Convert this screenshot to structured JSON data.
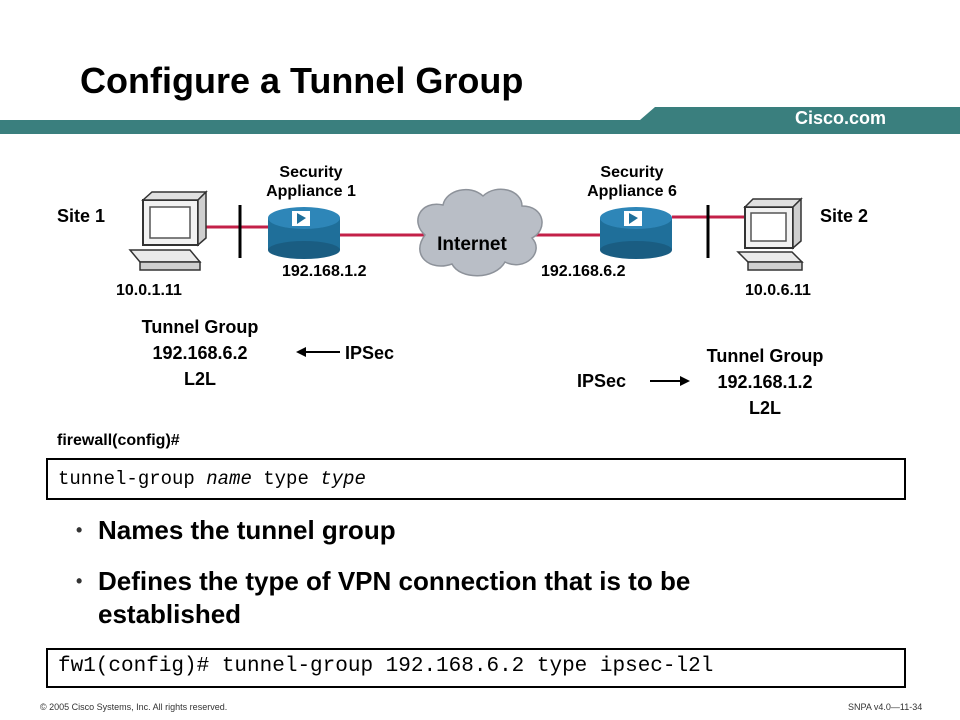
{
  "slide": {
    "title": "Configure a Tunnel Group",
    "brand": "Cisco.com",
    "footer_left": "© 2005 Cisco Systems, Inc. All rights reserved.",
    "footer_right": "SNPA v4.0—11-34"
  },
  "colors": {
    "teal_bar": "#3a7f7e",
    "link_line": "#c32048",
    "router": "#1f6f9a",
    "cloud": "#b9bec6"
  },
  "diagram": {
    "site1": {
      "label": "Site 1",
      "ip": "10.0.1.11"
    },
    "site2": {
      "label": "Site 2",
      "ip": "10.0.6.11"
    },
    "appliance1": {
      "line1": "Security",
      "line2": "Appliance 1",
      "ip": "192.168.1.2"
    },
    "appliance6": {
      "line1": "Security",
      "line2": "Appliance 6",
      "ip": "192.168.6.2"
    },
    "internet": "Internet",
    "left_group": {
      "line1": "Tunnel Group",
      "line2": "192.168.6.2",
      "line3": "L2L",
      "protocol": "IPSec"
    },
    "right_group": {
      "line1": "Tunnel Group",
      "line2": "192.168.1.2",
      "line3": "L2L",
      "protocol": "IPSec"
    }
  },
  "config": {
    "prompt": "firewall(config)#",
    "syntax": {
      "cmd": "tunnel-group",
      "arg1": "name",
      "kw": "type",
      "arg2": "type"
    },
    "bullets": [
      "Names the tunnel group",
      "Defines the type of VPN connection that is to be",
      "established"
    ],
    "example": "fw1(config)# tunnel-group 192.168.6.2 type ipsec-l2l"
  }
}
